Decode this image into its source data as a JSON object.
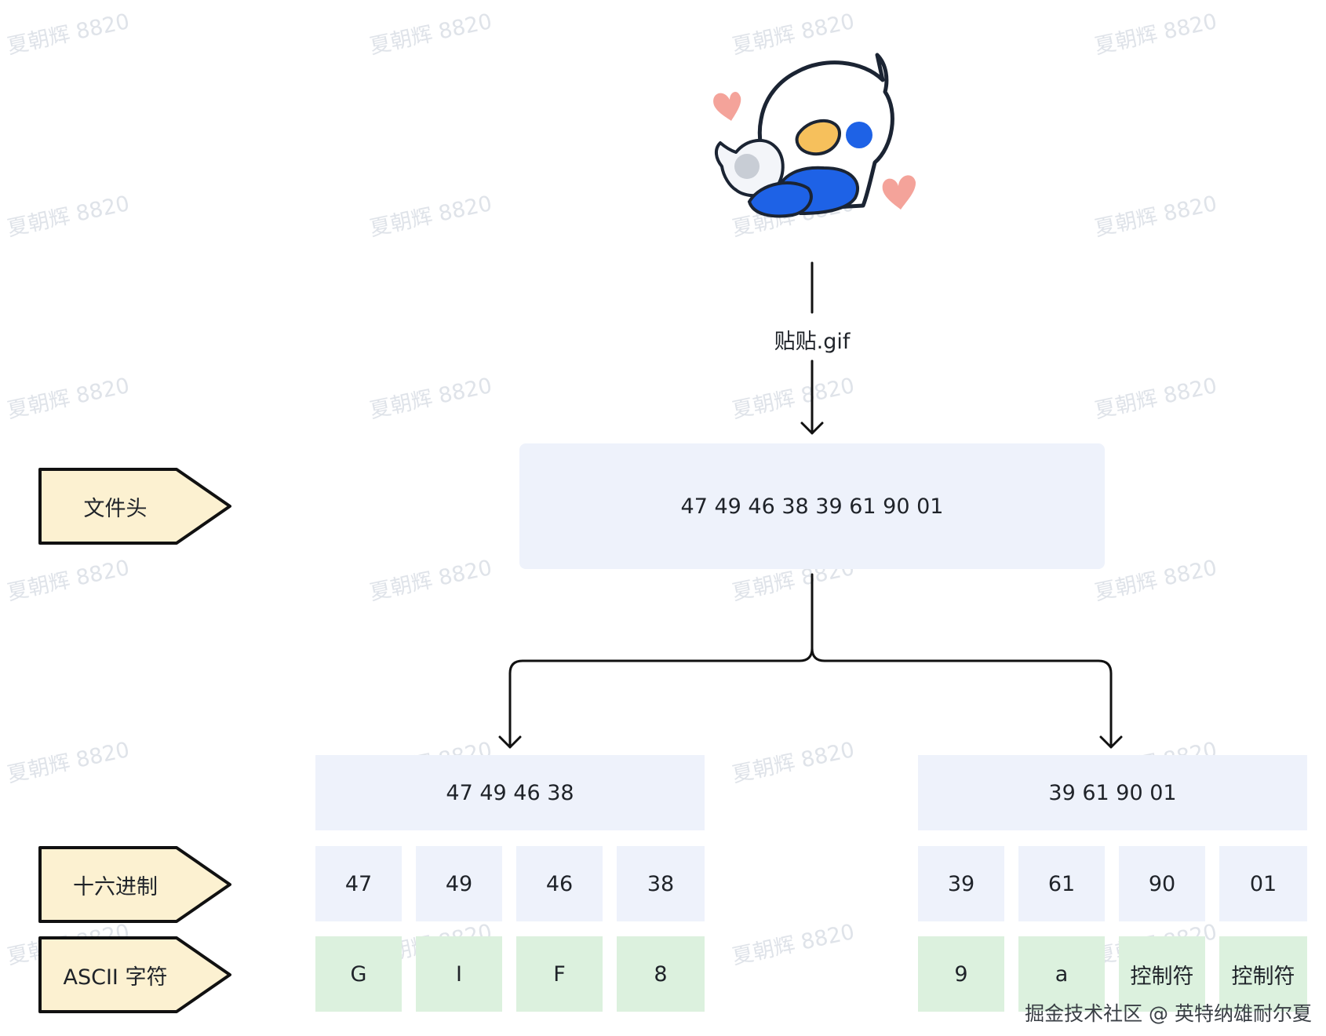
{
  "watermark": "夏朝辉 8820",
  "sticker": {
    "name": "贴贴.gif"
  },
  "header_box": {
    "hex": "47 49 46 38 39 61 90 01"
  },
  "left_group": {
    "hex": "47 49 46 38",
    "bytes": [
      "47",
      "49",
      "46",
      "38"
    ],
    "ascii": [
      "G",
      "I",
      "F",
      "8"
    ]
  },
  "right_group": {
    "hex": "39 61 90 01",
    "bytes": [
      "39",
      "61",
      "90",
      "01"
    ],
    "ascii": [
      "9",
      "a",
      "控制符",
      "控制符"
    ]
  },
  "tags": {
    "file_header": "文件头",
    "hex": "十六进制",
    "ascii": "ASCII 字符"
  },
  "colors": {
    "hex_cell": "#eef2fb",
    "ascii_cell": "#dcf1de",
    "tag_fill": "#fcf1d1",
    "bird_blue": "#1e62e6",
    "heart": "#f4a39a"
  },
  "footer": "掘金技术社区 @ 英特纳雄耐尔夏"
}
